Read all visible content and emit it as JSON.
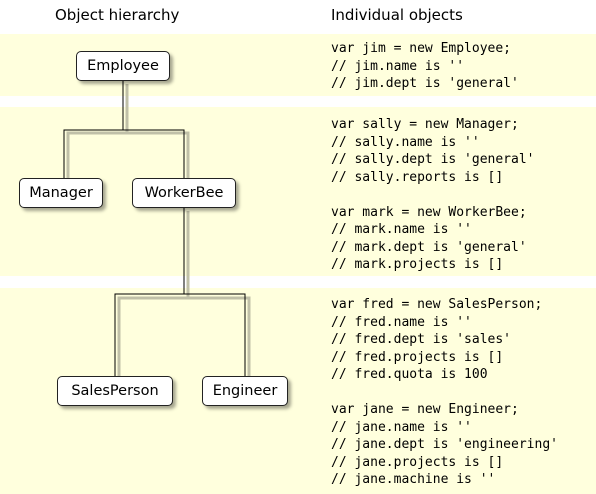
{
  "headers": {
    "left": "Object hierarchy",
    "right": "Individual  objects"
  },
  "hierarchy": {
    "employee": "Employee",
    "manager": "Manager",
    "workerbee": "WorkerBee",
    "salesperson": "SalesPerson",
    "engineer": "Engineer"
  },
  "code": {
    "block1": "var jim = new Employee;\n// jim.name is ''\n// jim.dept is 'general'",
    "block2": "var sally = new Manager;\n// sally.name is ''\n// sally.dept is 'general'\n// sally.reports is []\n\nvar mark = new WorkerBee;\n// mark.name is ''\n// mark.dept is 'general'\n// mark.projects is []",
    "block3": "var fred = new SalesPerson;\n// fred.name is ''\n// fred.dept is 'sales'\n// fred.projects is []\n// fred.quota is 100\n\nvar jane = new Engineer;\n// jane.name is ''\n// jane.dept is 'engineering'\n// jane.projects is []\n// jane.machine is ''"
  },
  "colors": {
    "band": "#ffffdd",
    "connector": "#000000",
    "connector_shadow": "#c0c0a8"
  }
}
